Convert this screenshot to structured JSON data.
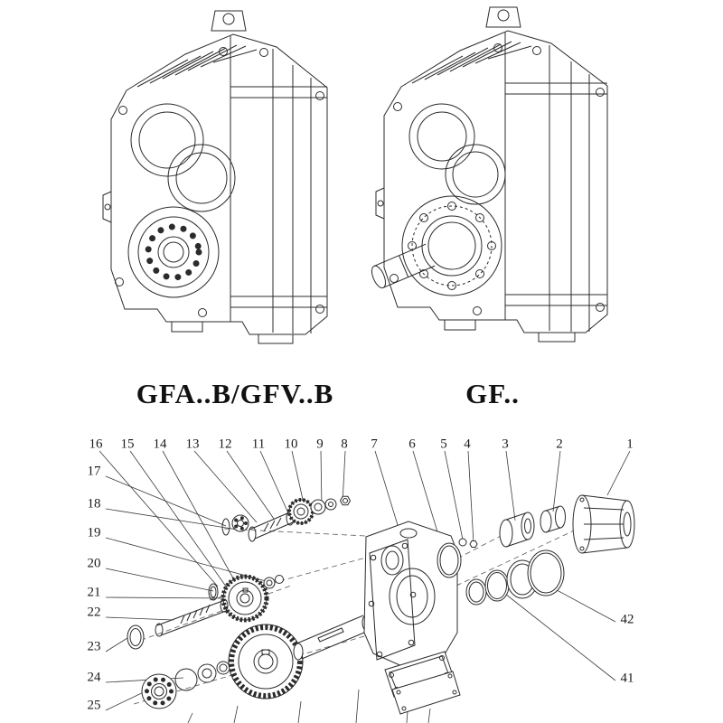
{
  "captions": {
    "left": "GFA..B/GFV..B",
    "right": "GF.."
  },
  "parts": {
    "top": [
      "16",
      "15",
      "14",
      "13",
      "12",
      "11",
      "10",
      "9",
      "8",
      "7",
      "6",
      "5",
      "4",
      "3",
      "2",
      "1"
    ],
    "left": [
      "17",
      "18",
      "19",
      "20",
      "21",
      "22",
      "23",
      "24",
      "25"
    ],
    "right": [
      "42",
      "41"
    ]
  },
  "colors": {
    "line": "#2b2b2b",
    "background": "#ffffff",
    "border": "#d9d9d9",
    "text": "#141414"
  }
}
